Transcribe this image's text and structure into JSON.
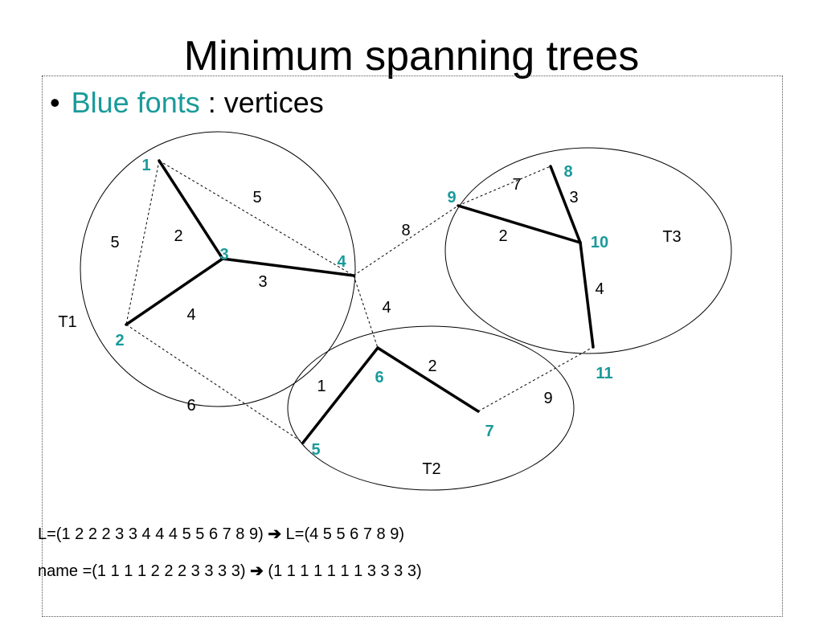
{
  "title": "Minimum spanning trees",
  "bullet": {
    "symbol": "•",
    "highlight": "Blue fonts",
    "rest": " : vertices"
  },
  "colors": {
    "vertex": "#1a9a9a",
    "text": "#000000"
  },
  "arrow_glyph": "➔",
  "diagram": {
    "vertices": [
      {
        "id": "v1",
        "label": "1"
      },
      {
        "id": "v2",
        "label": "2"
      },
      {
        "id": "v3",
        "label": "3"
      },
      {
        "id": "v4",
        "label": "4"
      },
      {
        "id": "v5",
        "label": "5"
      },
      {
        "id": "v6",
        "label": "6"
      },
      {
        "id": "v7",
        "label": "7"
      },
      {
        "id": "v8",
        "label": "8"
      },
      {
        "id": "v9",
        "label": "9"
      },
      {
        "id": "v10",
        "label": "10"
      },
      {
        "id": "v11",
        "label": "11"
      }
    ],
    "edges": [
      {
        "from": "v1",
        "to": "v3",
        "weight": "2",
        "tree": true
      },
      {
        "from": "v2",
        "to": "v3",
        "weight": "4",
        "tree": true
      },
      {
        "from": "v3",
        "to": "v4",
        "weight": "3",
        "tree": true
      },
      {
        "from": "v5",
        "to": "v6",
        "weight": "1",
        "tree": true
      },
      {
        "from": "v6",
        "to": "v7",
        "weight": "2",
        "tree": true
      },
      {
        "from": "v8",
        "to": "v10",
        "weight": "3",
        "tree": true
      },
      {
        "from": "v9",
        "to": "v10",
        "weight": "2",
        "tree": true
      },
      {
        "from": "v10",
        "to": "v11",
        "weight": "4",
        "tree": true
      },
      {
        "from": "v1",
        "to": "v2",
        "weight": "5",
        "tree": false
      },
      {
        "from": "v1",
        "to": "v4",
        "weight": "5",
        "tree": false
      },
      {
        "from": "v2",
        "to": "v5",
        "weight": "6",
        "tree": false
      },
      {
        "from": "v4",
        "to": "v6",
        "weight": "4",
        "tree": false
      },
      {
        "from": "v4",
        "to": "v9",
        "weight": "8",
        "tree": false
      },
      {
        "from": "v9",
        "to": "v8",
        "weight": "7",
        "tree": false
      },
      {
        "from": "v7",
        "to": "v11",
        "weight": "9",
        "tree": false
      }
    ],
    "trees": [
      {
        "id": "t1",
        "label": "T1"
      },
      {
        "id": "t2",
        "label": "T2"
      },
      {
        "id": "t3",
        "label": "T3"
      }
    ]
  },
  "formulas": {
    "L_left": "L=(1 2 2 2 3 3 4 4 4 5 5 6 7 8 9)",
    "L_right": "L=(4 5 5 6 7 8 9)",
    "name_left": "name =(1 1 1 1 2 2 2 3 3 3 3)",
    "name_right": "(1 1 1 1 1 1 1 3 3 3 3)"
  }
}
